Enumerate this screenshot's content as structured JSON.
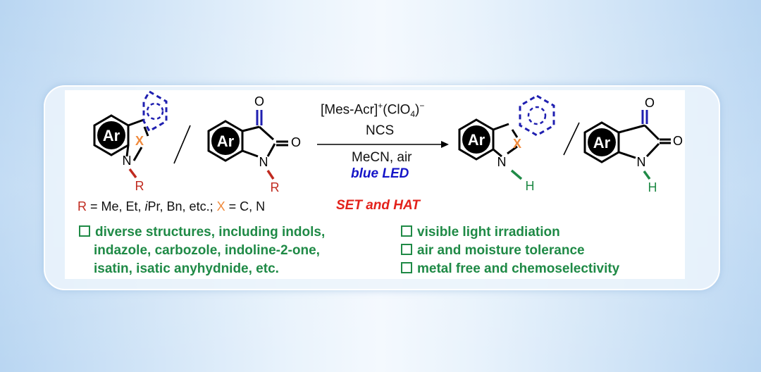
{
  "scheme": {
    "catalyst_main": "[Mes-Acr]",
    "catalyst_plus": "+",
    "catalyst_counter": "(ClO",
    "catalyst_sub": "4",
    "catalyst_close": ")",
    "catalyst_minus": "−",
    "oxidant": "NCS",
    "solvent": "MeCN, air",
    "light": "blue LED",
    "mechanism": "SET and HAT"
  },
  "atoms": {
    "ar": "Ar",
    "n": "N",
    "r": "R",
    "x": "X",
    "o": "O",
    "h": "H"
  },
  "substituents": {
    "r_label": "R",
    "r_values": " = Me, Et, ",
    "r_ipr_italic": "i",
    "r_values2": "Pr, Bn, etc.; ",
    "x_label": "X",
    "x_values": " = C, N"
  },
  "features_left": [
    "diverse structures, including indols,",
    "indazole, carbozole, indoline-2-one,",
    "isatin, isatic anyhydnide, etc."
  ],
  "features_right": [
    "visible light irradiation",
    "air and moisture tolerance",
    "metal free and chemoselectivity"
  ],
  "colors": {
    "substituent_r": "#c02a1f",
    "substituent_x": "#f08a3c",
    "dashed_ring": "#1f1fb0",
    "carbonyl_o": "#1f1fb0",
    "hydrogen": "#1f8a46",
    "feature_text": "#1f8a46",
    "mechanism_text": "#e3221b",
    "light_text": "#1515c8"
  }
}
